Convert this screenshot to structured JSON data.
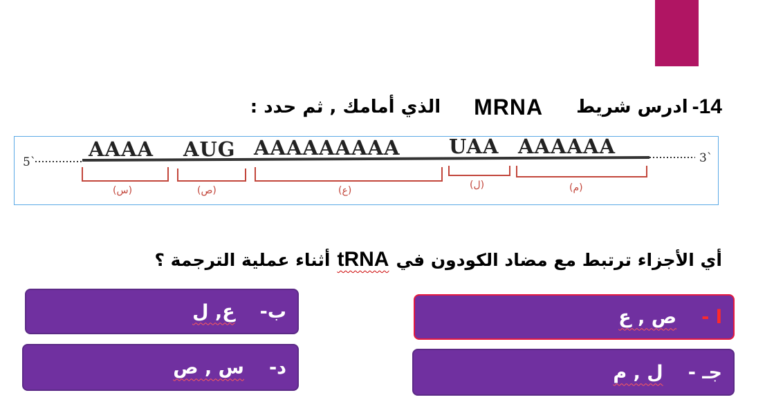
{
  "question": {
    "number": "14-",
    "text_before": "ادرس شريط",
    "term": "MRNA",
    "text_after": "الذي أمامك , ثم حدد :"
  },
  "strand": {
    "five_prime": "5`",
    "three_prime": "3`",
    "segments": [
      {
        "bases": "AAAA",
        "label": "(س)"
      },
      {
        "bases": "AUG",
        "label": "(ص)"
      },
      {
        "bases": "AAAAAAAAA",
        "label": "(ع)"
      },
      {
        "bases": "UAA",
        "label": "(ل)"
      },
      {
        "bases": "AAAAAA",
        "label": "(م)"
      }
    ]
  },
  "subquestion": {
    "text_before": "أي الأجزاء ترتبط مع مضاد الكودون في",
    "term": "tRNA",
    "text_after": "أثناء عملية الترجمة ؟"
  },
  "options": [
    {
      "letter": "ا -",
      "value": "ص , ع"
    },
    {
      "letter": "ب-",
      "value": "ع, ل"
    },
    {
      "letter": "جـ -",
      "value": "ل , م"
    },
    {
      "letter": "د-",
      "value": "س , ص"
    }
  ],
  "colors": {
    "accent": "#b01563",
    "option_fill": "#7030a0",
    "option_selected_border": "#e5193f",
    "bracket": "#c2453a"
  }
}
